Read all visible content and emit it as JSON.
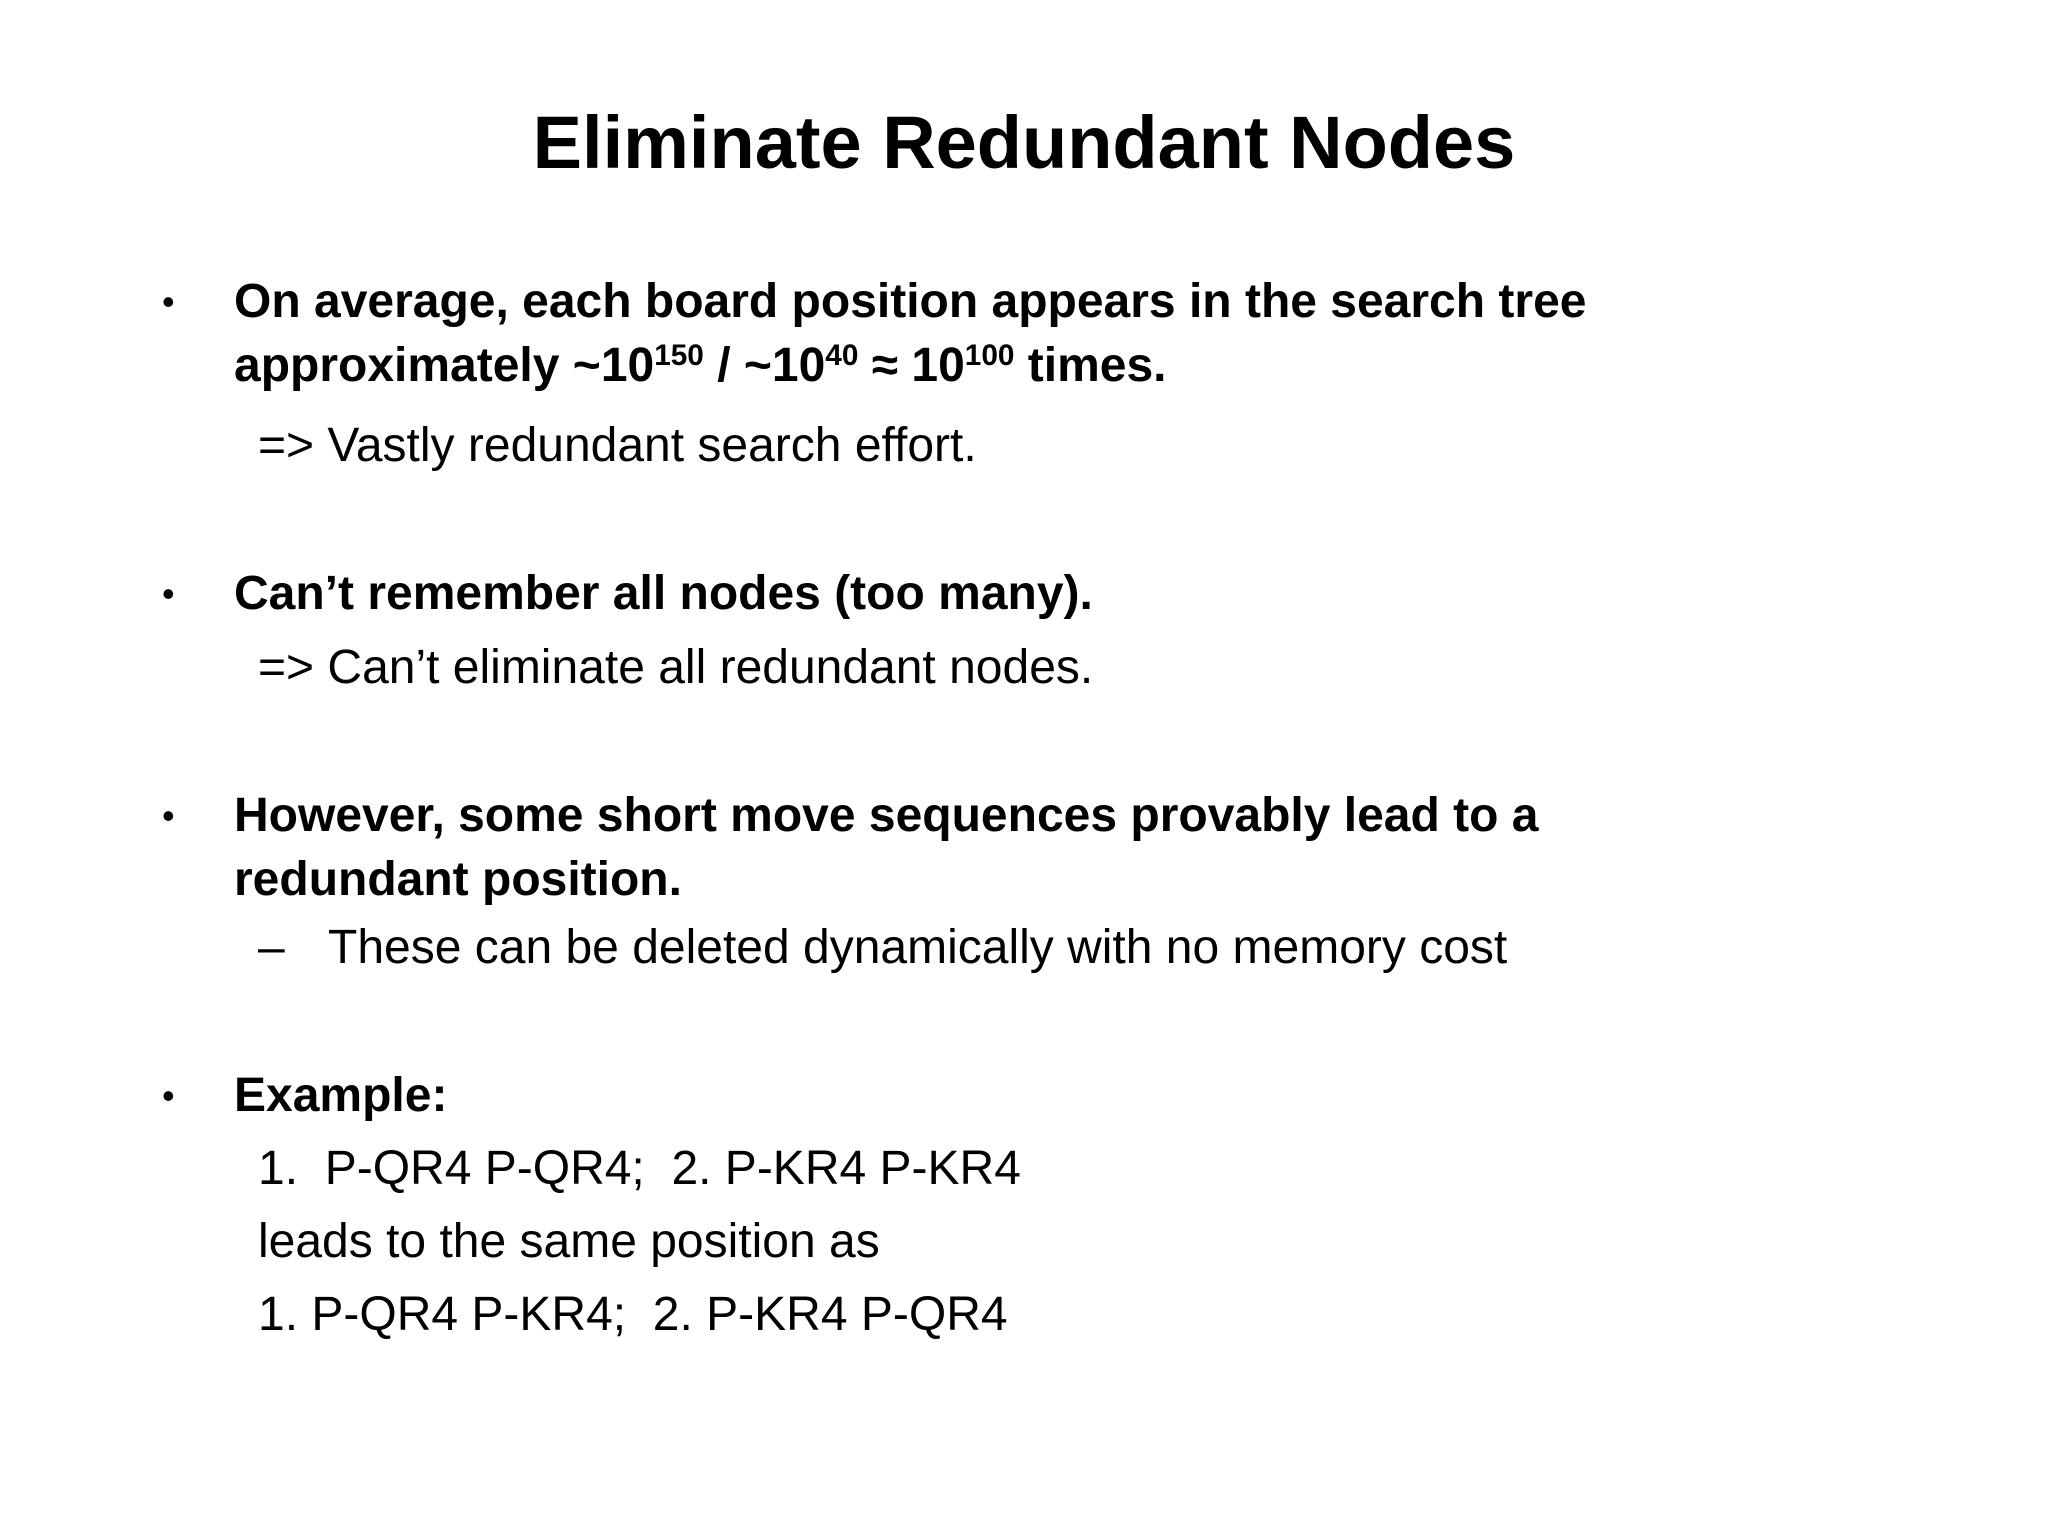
{
  "slide": {
    "title": "Eliminate Redundant Nodes",
    "bullet_marker": "•",
    "dash_marker": "–",
    "bullets": {
      "b1": {
        "line1": "On average, each board position appears in the search tree",
        "formula": {
          "p1": "approximately ~10",
          "sup1": "150",
          "p2": " / ~10",
          "sup2": "40",
          "p3": " ≈ 10",
          "sup3": "100",
          "p4": " times."
        },
        "consequence": "=> Vastly redundant search effort."
      },
      "b2": {
        "line1": "Can’t remember all nodes (too many).",
        "consequence": "=> Can’t eliminate all redundant nodes."
      },
      "b3": {
        "line1": "However, some short move sequences provably lead to a",
        "line2": "redundant position.",
        "sub": "These can be deleted dynamically with no memory cost"
      },
      "b4": {
        "header": "Example:",
        "example_lines": [
          "1.  P-QR4 P-QR4;  2. P-KR4 P-KR4",
          "leads to the same position as",
          "1. P-QR4 P-KR4;  2. P-KR4 P-QR4"
        ]
      }
    }
  }
}
